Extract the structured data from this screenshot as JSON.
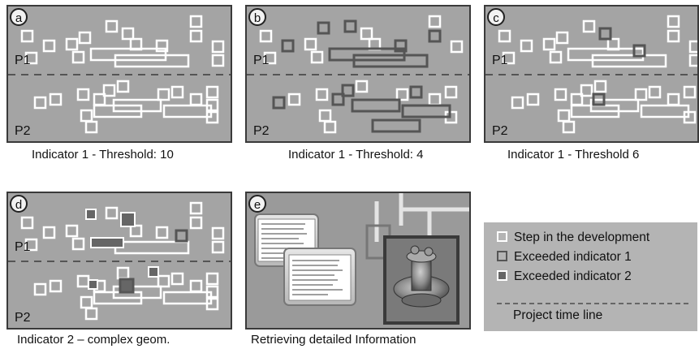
{
  "panels": {
    "a": {
      "tag": "a",
      "lane1": "P1",
      "lane2": "P2",
      "caption": "Indicator 1 - Threshold: 10"
    },
    "b": {
      "tag": "b",
      "lane1": "P1",
      "lane2": "P2",
      "caption": "Indicator 1 - Threshold: 4"
    },
    "c": {
      "tag": "c",
      "lane1": "P1",
      "lane2": "P2",
      "caption": "Indicator 1 - Threshold  6"
    },
    "d": {
      "tag": "d",
      "lane1": "P1",
      "lane2": "P2",
      "caption": "Indicator 2 – complex geom."
    },
    "e": {
      "tag": "e",
      "caption": "Retrieving detailed Information"
    }
  },
  "legend": {
    "step": "Step in the development",
    "exceeded1": "Exceeded indicator 1",
    "exceeded2": "Exceeded indicator 2",
    "timeline": "Project time line"
  },
  "colors": {
    "panel_bg": "#a4a4a4",
    "step": "#ffffff",
    "exceeded_indicator_1": "#555555",
    "exceeded_indicator_2_fill": "#666666",
    "legend_bg": "#b4b4b4"
  }
}
